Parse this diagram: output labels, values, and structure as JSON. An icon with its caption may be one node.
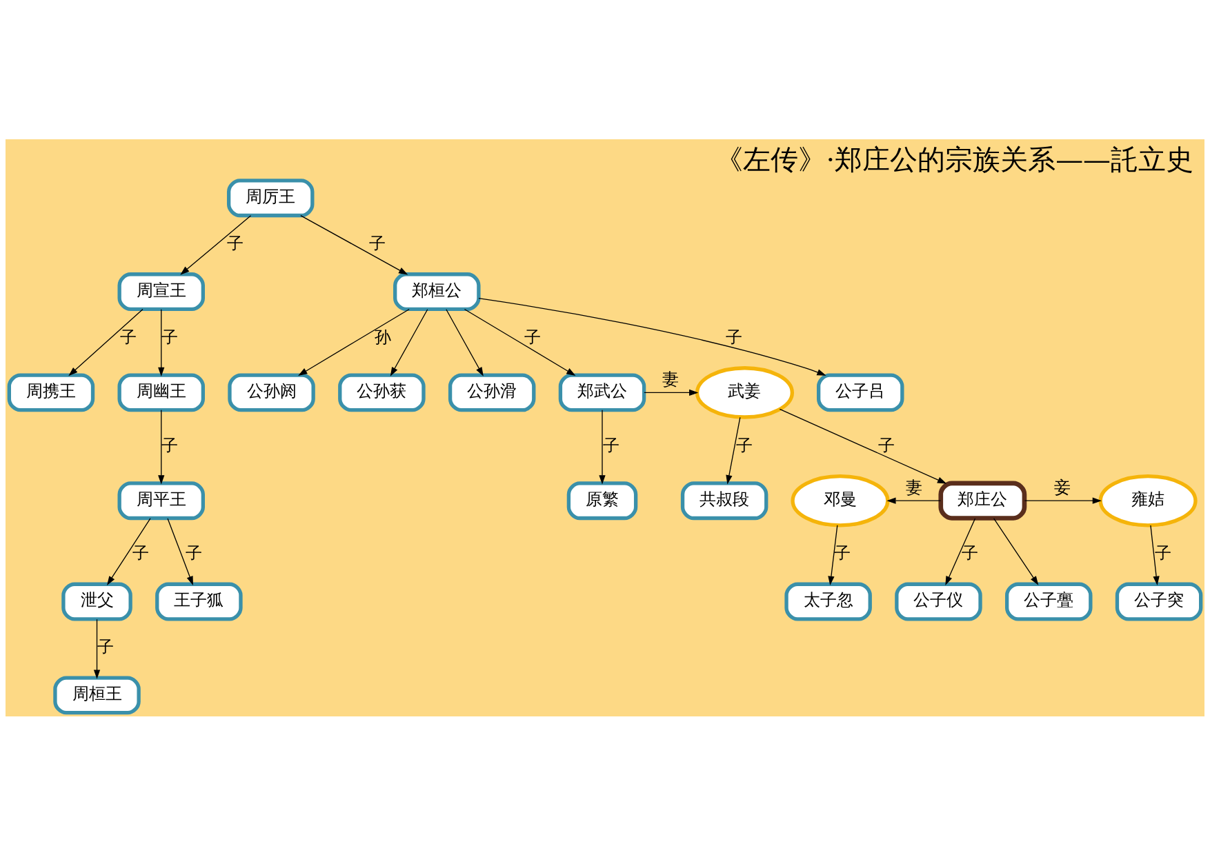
{
  "diagram": {
    "title": "《左传》·郑庄公的宗族关系——託立史",
    "nodes": [
      {
        "text": [
          "周厉王"
        ]
      },
      {
        "text": [
          "周宣王"
        ]
      },
      {
        "text": [
          "郑桓公"
        ]
      },
      {
        "text": [
          "周幽王"
        ]
      },
      {
        "text": [
          "周携王"
        ]
      },
      {
        "text": [
          "武姜"
        ]
      },
      {
        "text": [
          "郑武公"
        ]
      },
      {
        "text": [
          "公子吕"
        ]
      },
      {
        "text": [
          "周平王"
        ]
      },
      {
        "text": [
          "共叔段"
        ]
      },
      {
        "text": [
          "邓曼"
        ]
      },
      {
        "text": [
          "郑庄公"
        ]
      },
      {
        "text": [
          "雍姞"
        ]
      },
      {
        "text": [
          "原繁"
        ]
      },
      {
        "text": [
          "公孙阏"
        ]
      },
      {
        "text": [
          "公孙获"
        ]
      },
      {
        "text": [
          "公孙滑"
        ]
      },
      {
        "text": [
          "泄父"
        ]
      },
      {
        "text": [
          "王子狐"
        ]
      },
      {
        "text": [
          "太子忽"
        ]
      },
      {
        "text": [
          "公子仪"
        ]
      },
      {
        "text": [
          "公子亹"
        ]
      },
      {
        "text": [
          "公子突"
        ]
      },
      {
        "text": [
          "周桓王"
        ]
      }
    ],
    "edges": [
      {
        "from": 0,
        "to": 1,
        "arrow": "to",
        "label": "子"
      },
      {
        "from": 0,
        "to": 2,
        "arrow": "to",
        "label": "子"
      },
      {
        "from": 1,
        "to": 3,
        "arrow": "to",
        "label": "子"
      },
      {
        "from": 1,
        "to": 4,
        "arrow": "to",
        "label": "子"
      },
      {
        "from": 3,
        "to": 8,
        "arrow": "to",
        "label": "子"
      },
      {
        "from": 8,
        "to": 17,
        "arrow": "to",
        "label": "子"
      },
      {
        "from": 8,
        "to": 18,
        "arrow": "to",
        "label": "子"
      },
      {
        "from": 17,
        "to": 23,
        "arrow": "to",
        "label": "子"
      },
      {
        "from": 2,
        "to": 6,
        "arrow": "to",
        "label": "子"
      },
      {
        "from": 2,
        "to": 7,
        "arrow": "to",
        "label": "子"
      },
      {
        "from": 2,
        "to": 14,
        "arrow": "to",
        "label": "孙"
      },
      {
        "from": 2,
        "to": 15,
        "arrow": "to"
      },
      {
        "from": 2,
        "to": 16,
        "arrow": "to"
      },
      {
        "from": 6,
        "to": 5,
        "arrow": "to",
        "label": "妻"
      },
      {
        "from": 6,
        "to": 13,
        "arrow": "to",
        "label": "子"
      },
      {
        "from": 5,
        "to": 9,
        "arrow": "to",
        "label": "子"
      },
      {
        "from": 5,
        "to": 11,
        "arrow": "to",
        "label": "子"
      },
      {
        "from": 11,
        "to": 10,
        "arrow": "to",
        "label": "妻"
      },
      {
        "from": 11,
        "to": 12,
        "arrow": "to",
        "label": "妾"
      },
      {
        "from": 10,
        "to": 19,
        "arrow": "to",
        "label": "子"
      },
      {
        "from": 11,
        "to": 20,
        "arrow": "to",
        "label": "子"
      },
      {
        "from": 11,
        "to": 21,
        "arrow": "to"
      },
      {
        "from": 12,
        "to": 22,
        "arrow": "to",
        "label": "子"
      }
    ]
  }
}
